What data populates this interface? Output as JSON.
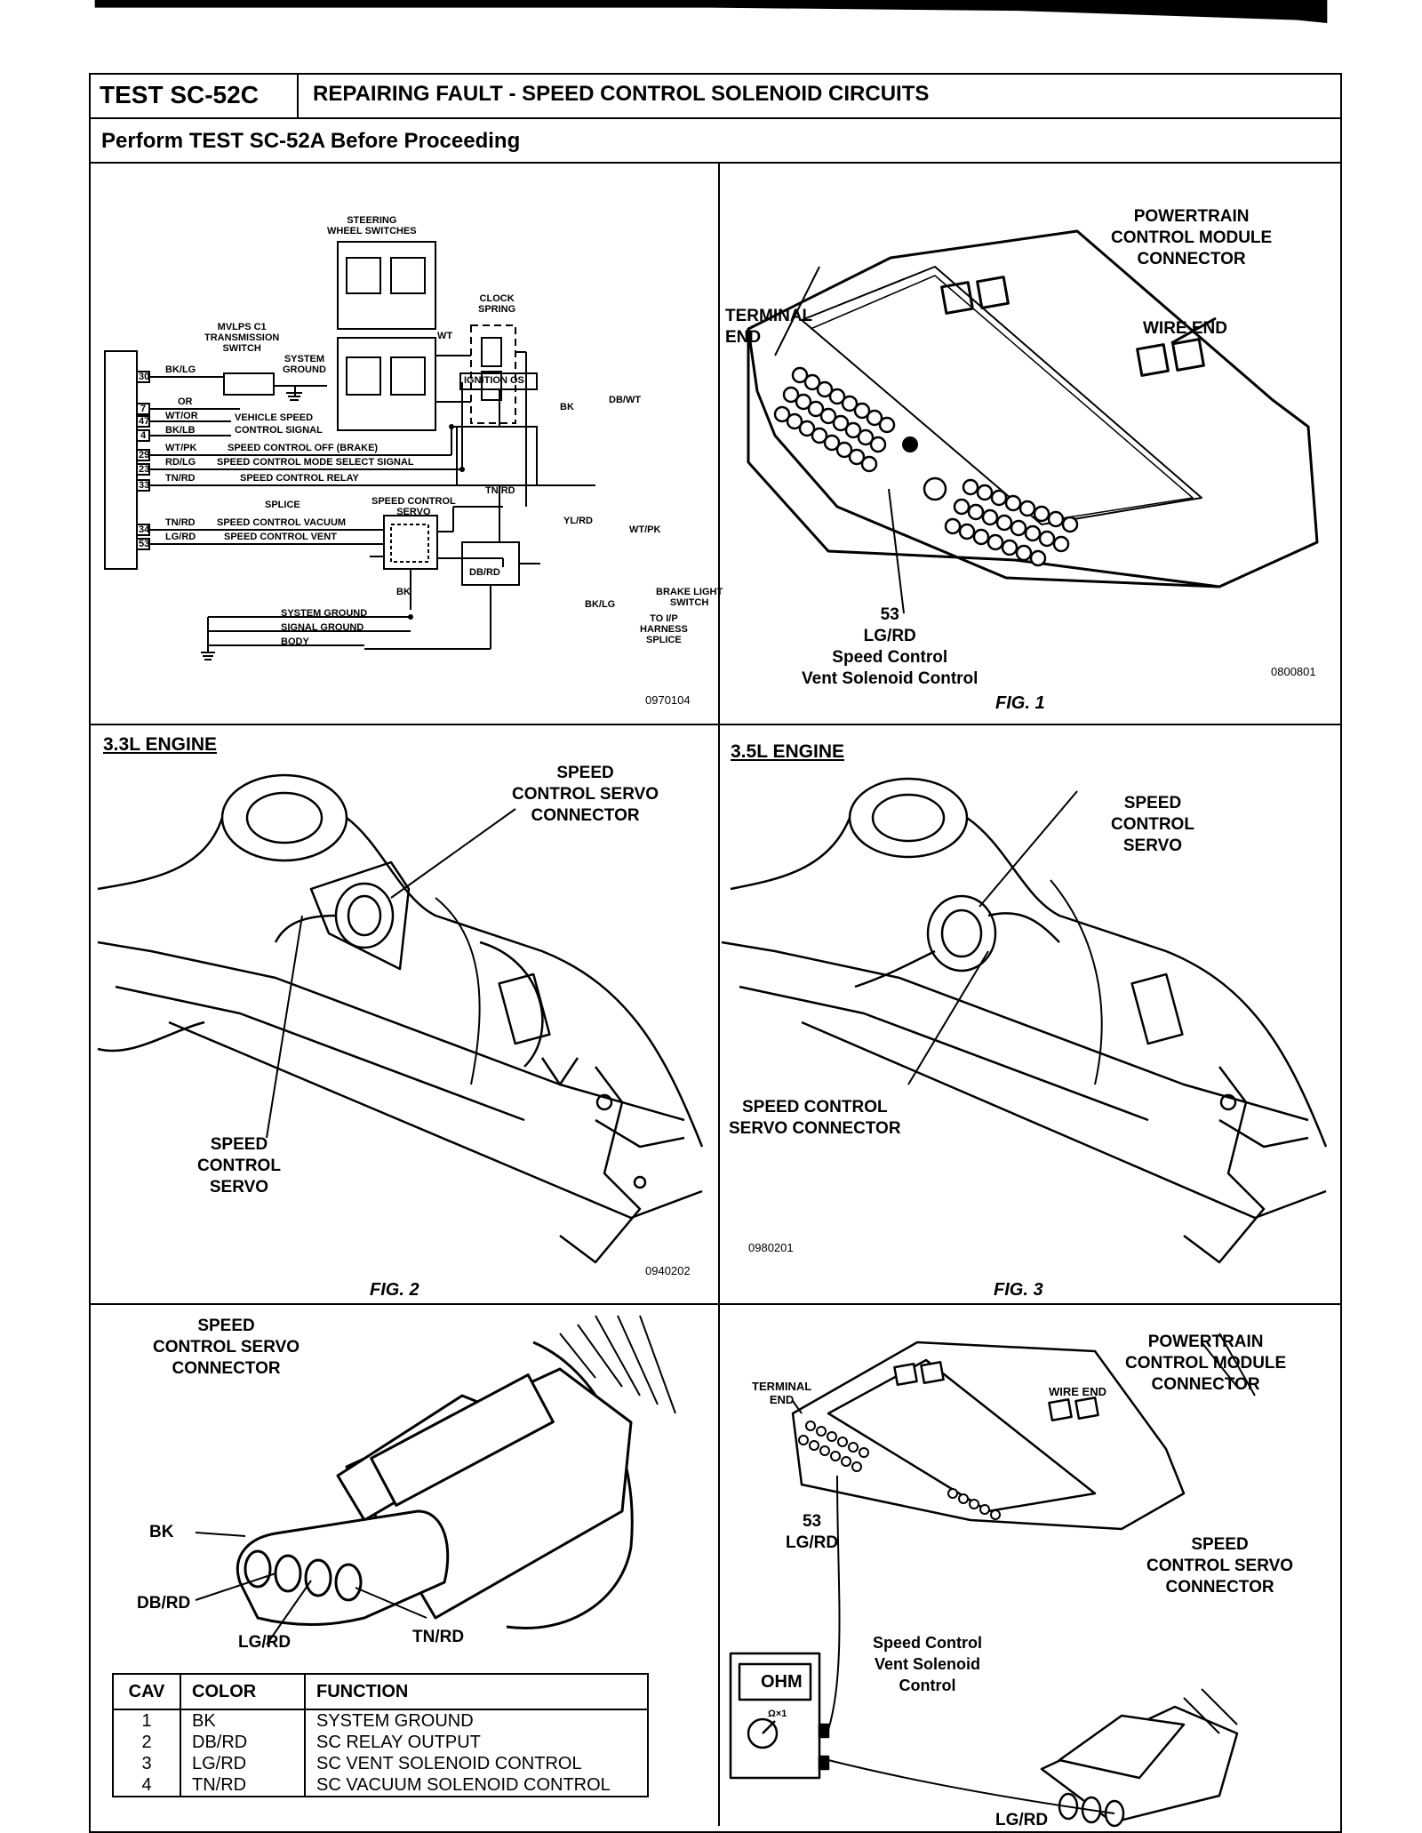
{
  "test": {
    "id": "TEST SC-52C",
    "title": "REPAIRING FAULT - SPEED CONTROL SOLENOID CIRCUITS",
    "prereq": "Perform TEST SC-52A Before Proceeding"
  },
  "schematic": {
    "code": "0970104",
    "labels": {
      "steering": "STEERING\nWHEEL SWITCHES",
      "clock": "CLOCK\nSPRING",
      "mvlps": "MVLPS C1\nTRANSMISSION\nSWITCH",
      "sysground": "SYSTEM\nGROUND",
      "ignition": "IGNITION OS",
      "dbwt": "DB/WT",
      "bk": "BK",
      "wt": "WT",
      "ylrd": "YL/RD",
      "wtpk": "WT/PK",
      "dbrd": "DB/RD",
      "bklg_r": "BK/LG",
      "brake": "BRAKE LIGHT\nSWITCH",
      "ip": "TO I/P\nHARNESS\nSPLICE",
      "servo": "SPEED CONTROL\nSERVO",
      "tnrd": "TN/RD",
      "sysground2": "SYSTEM GROUND",
      "siggnd": "SIGNAL GROUND",
      "body": "BODY",
      "bk2": "BK"
    },
    "pins": [
      "30",
      "7",
      "47",
      "4",
      "29",
      "23",
      "33",
      "34",
      "53"
    ],
    "wires": [
      {
        "color": "BK/LG",
        "desc": ""
      },
      {
        "color": "OR",
        "desc": ""
      },
      {
        "color": "WT/OR",
        "desc": "VEHICLE SPEED"
      },
      {
        "color": "BK/LB",
        "desc": "CONTROL SIGNAL"
      },
      {
        "color": "WT/PK",
        "desc": "SPEED CONTROL OFF (BRAKE)"
      },
      {
        "color": "RD/LG",
        "desc": "SPEED CONTROL MODE SELECT SIGNAL"
      },
      {
        "color": "TN/RD",
        "desc": "SPEED CONTROL RELAY"
      },
      {
        "color": "TN/RD",
        "desc": "SPEED CONTROL VACUUM"
      },
      {
        "color": "LG/RD",
        "desc": "SPEED CONTROL VENT"
      }
    ],
    "splice": "SPLICE"
  },
  "fig1": {
    "title": "POWERTRAIN\nCONTROL MODULE\nCONNECTOR",
    "terminal_end": "TERMINAL\nEND",
    "wire_end": "WIRE END",
    "callout": "53\nLG/RD\nSpeed Control\nVent Solenoid Control",
    "code": "0800801",
    "fig": "FIG. 1"
  },
  "fig2": {
    "engine": "3.3L ENGINE",
    "connector": "SPEED\nCONTROL SERVO\nCONNECTOR",
    "servo": "SPEED\nCONTROL\nSERVO",
    "code": "0940202",
    "fig": "FIG. 2"
  },
  "fig3": {
    "engine": "3.5L ENGINE",
    "servo": "SPEED\nCONTROL\nSERVO",
    "connector": "SPEED CONTROL\nSERVO CONNECTOR",
    "code": "0980201",
    "fig": "FIG. 3"
  },
  "fig4": {
    "title": "SPEED\nCONTROL SERVO\nCONNECTOR",
    "bk": "BK",
    "dbrd": "DB/RD",
    "lgrd": "LG/RD",
    "tnrd": "TN/RD",
    "table": {
      "headers": [
        "CAV",
        "COLOR",
        "FUNCTION"
      ],
      "rows": [
        [
          "1",
          "BK",
          "SYSTEM GROUND"
        ],
        [
          "2",
          "DB/RD",
          "SC RELAY OUTPUT"
        ],
        [
          "3",
          "LG/RD",
          "SC VENT SOLENOID CONTROL"
        ],
        [
          "4",
          "TN/RD",
          "SC VACUUM SOLENOID CONTROL"
        ]
      ]
    }
  },
  "fig5": {
    "title": "POWERTRAIN\nCONTROL MODULE\nCONNECTOR",
    "terminal_end": "TERMINAL\nEND",
    "wire_end": "WIRE END",
    "pin": "53\nLG/RD",
    "servo_conn": "SPEED\nCONTROL SERVO\nCONNECTOR",
    "vent": "Speed Control\nVent Solenoid\nControl",
    "meter": "OHM",
    "range": "Ω×1",
    "bottom": "LG/RD"
  }
}
